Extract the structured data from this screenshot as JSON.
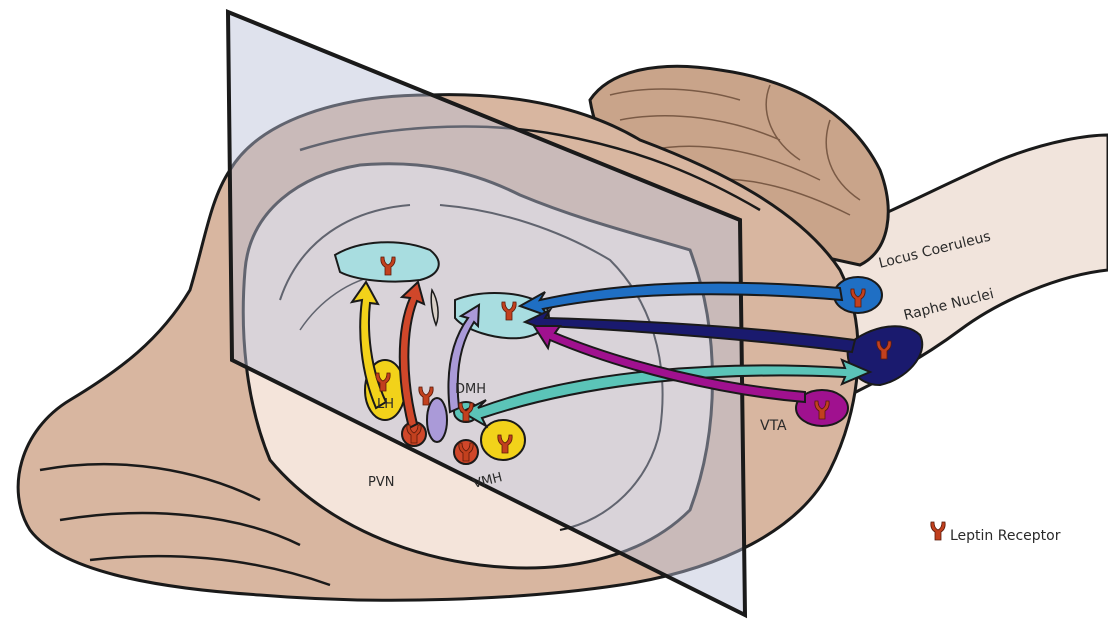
{
  "labels": {
    "locus_coeruleus": "Locus Coeruleus",
    "raphe_nuclei": "Raphe Nuclei",
    "vta": "VTA",
    "dmh": "DMH",
    "lh": "LH",
    "pvn": "PVN",
    "vmh": "VMH"
  },
  "legend": {
    "label": "Leptin Receptor",
    "icon": "leptin-receptor-icon"
  },
  "colors": {
    "brain_tissue": "#d8b6a0",
    "cerebellum": "#c9a48a",
    "section_face": "#f4e4da",
    "plane": "#b9bfd6",
    "ventricle": "#a8dde0",
    "receptor": "#c2401e",
    "locus_coeruleus": "#1f6fc4",
    "raphe_nuclei": "#1a1a6e",
    "vta": "#a0118f",
    "lh": "#f2d21a",
    "dmh": "#aa9ad8",
    "pvn": "#d0472a",
    "vmh": "#f2d21a",
    "projection_teal": "#5bc4b8"
  }
}
